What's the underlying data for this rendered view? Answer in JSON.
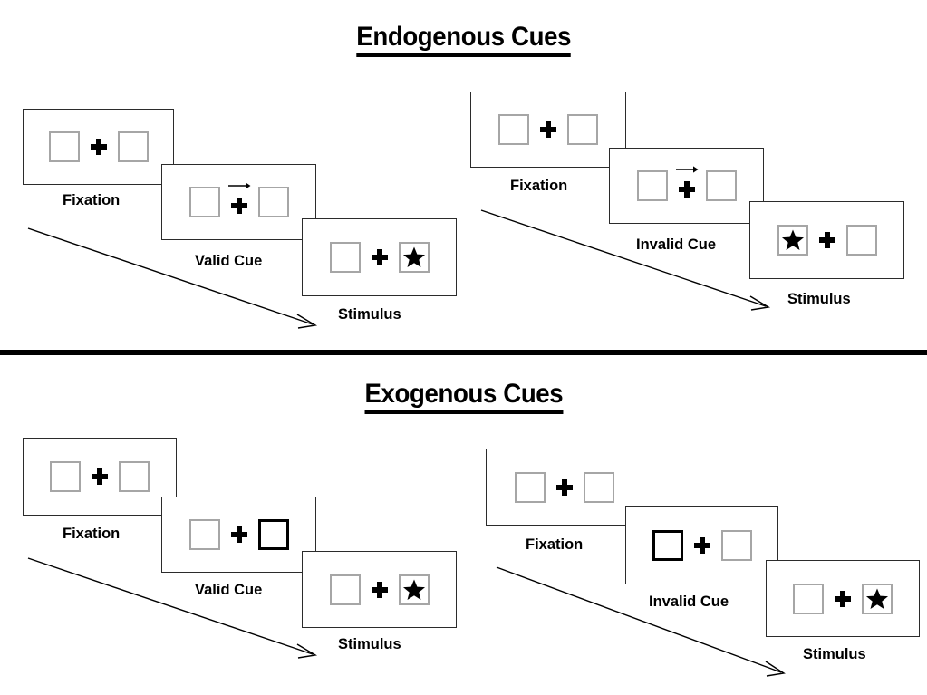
{
  "sections": [
    {
      "id": "endogenous",
      "title": "Endogenous Cues",
      "sequences": [
        {
          "id": "endogenous-valid",
          "frames": [
            {
              "caption": "Fixation",
              "left_box": "empty",
              "right_box": "empty",
              "cue": "none",
              "arrow": false
            },
            {
              "caption": "Valid Cue",
              "left_box": "empty",
              "right_box": "empty",
              "cue": "arrow-right",
              "arrow": true
            },
            {
              "caption": "Stimulus",
              "left_box": "empty",
              "right_box": "star",
              "cue": "none",
              "arrow": false
            }
          ]
        },
        {
          "id": "endogenous-invalid",
          "frames": [
            {
              "caption": "Fixation",
              "left_box": "empty",
              "right_box": "empty",
              "cue": "none",
              "arrow": false
            },
            {
              "caption": "Invalid Cue",
              "left_box": "empty",
              "right_box": "empty",
              "cue": "arrow-right",
              "arrow": true
            },
            {
              "caption": "Stimulus",
              "left_box": "star",
              "right_box": "empty",
              "cue": "none",
              "arrow": false
            }
          ]
        }
      ]
    },
    {
      "id": "exogenous",
      "title": "Exogenous Cues",
      "sequences": [
        {
          "id": "exogenous-valid",
          "frames": [
            {
              "caption": "Fixation",
              "left_box": "empty",
              "right_box": "empty",
              "cue": "none",
              "arrow": false
            },
            {
              "caption": "Valid Cue",
              "left_box": "empty",
              "right_box": "cued",
              "cue": "box-highlight-right",
              "arrow": false
            },
            {
              "caption": "Stimulus",
              "left_box": "empty",
              "right_box": "star",
              "cue": "none",
              "arrow": false
            }
          ]
        },
        {
          "id": "exogenous-invalid",
          "frames": [
            {
              "caption": "Fixation",
              "left_box": "empty",
              "right_box": "empty",
              "cue": "none",
              "arrow": false
            },
            {
              "caption": "Invalid Cue",
              "left_box": "cued",
              "right_box": "empty",
              "cue": "box-highlight-left",
              "arrow": false
            },
            {
              "caption": "Stimulus",
              "left_box": "empty",
              "right_box": "star",
              "cue": "none",
              "arrow": false
            }
          ]
        }
      ]
    }
  ],
  "colors": {
    "box_outline": "#a6a6a6",
    "box_cued_outline": "#000000",
    "frame_outline": "#2b2b2b",
    "stimulus_fill": "#000000",
    "background": "#ffffff",
    "divider": "#000000"
  },
  "icons": {
    "fixation_cross": "plus-icon",
    "cue_arrow": "arrow-right-icon",
    "stimulus": "star-icon",
    "time_arrow": "diagonal-arrow-icon"
  }
}
